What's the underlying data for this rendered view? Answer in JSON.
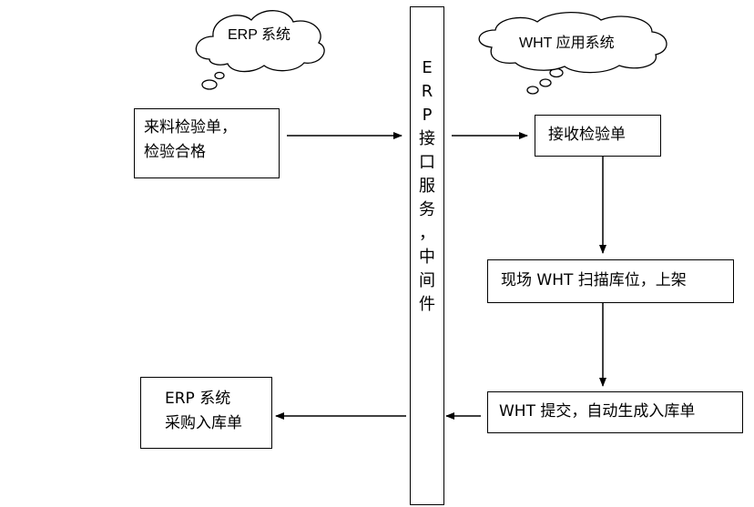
{
  "clouds": {
    "erp": {
      "label": "ERP 系统"
    },
    "wht": {
      "label": "WHT 应用系统"
    }
  },
  "middleware": {
    "label": "ERP接口服务，中间件"
  },
  "boxes": {
    "incoming": {
      "line1": "来料检验单，",
      "line2": "检验合格"
    },
    "receive": {
      "label": "接收检验单"
    },
    "scan": {
      "label": "现场 WHT 扫描库位，上架"
    },
    "submit": {
      "label": "WHT 提交，自动生成入库单"
    },
    "erp_stock": {
      "line1": "ERP 系统",
      "line2": "采购入库单"
    }
  }
}
